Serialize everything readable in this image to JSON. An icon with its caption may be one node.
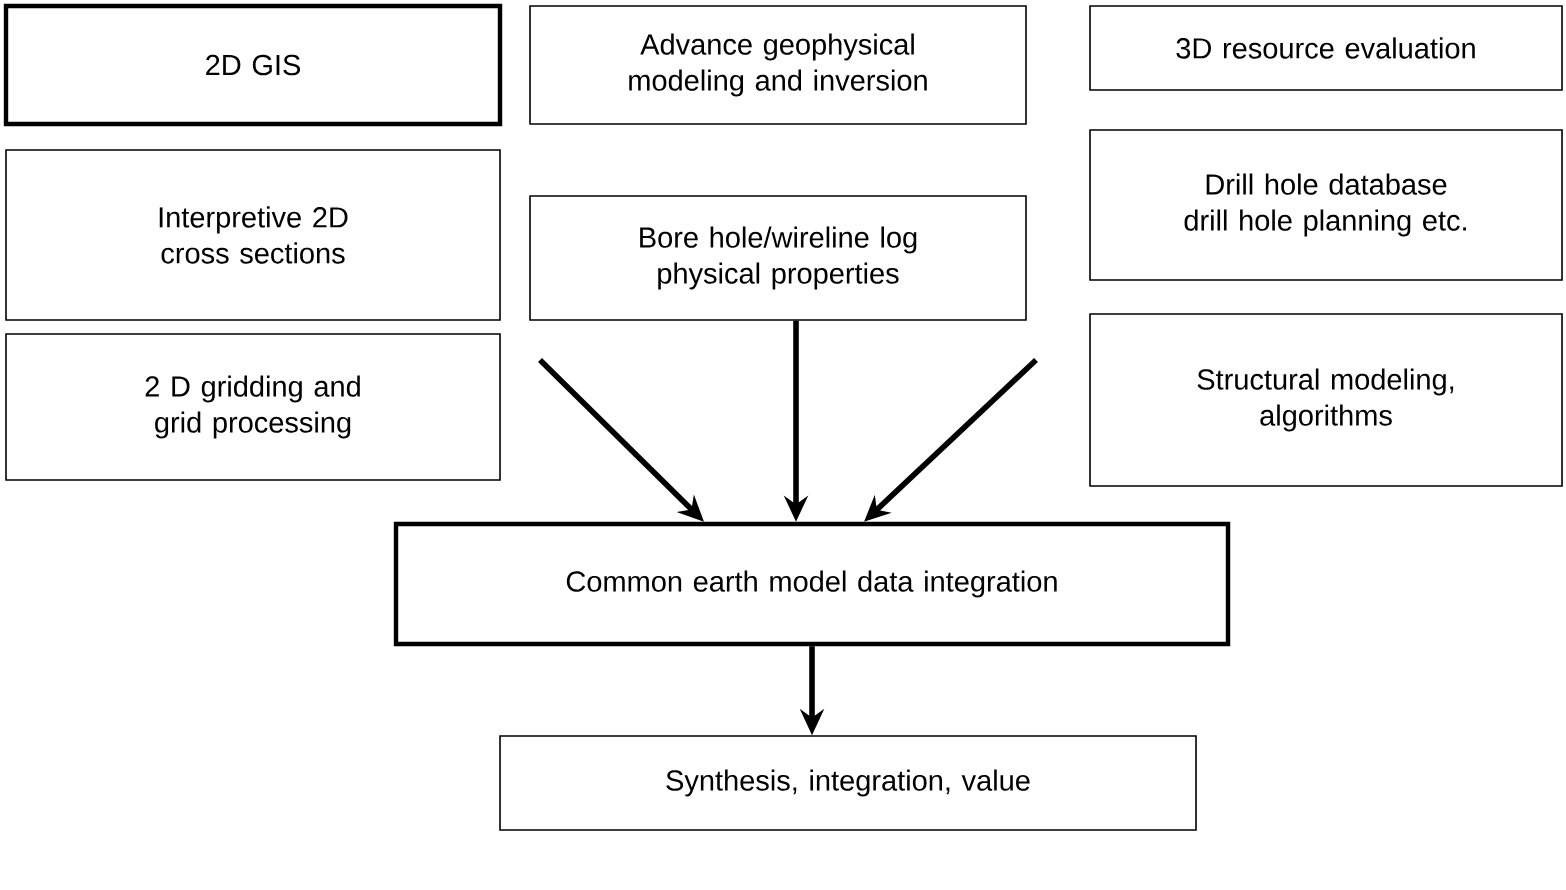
{
  "diagram": {
    "nodes": [
      {
        "text": [
          "2D GIS"
        ]
      },
      {
        "text": [
          "Advance geophysical modeling and inversion"
        ]
      },
      {
        "text": [
          "3D resource evaluation"
        ]
      },
      {
        "text": [
          "Interpretive 2D cross sections"
        ]
      },
      {
        "text": [
          "Bore hole/wireline log physical properties"
        ]
      },
      {
        "text": [
          "Drill hole database drill hole planning etc."
        ]
      },
      {
        "text": [
          "2 D gridding and grid processing"
        ]
      },
      {
        "text": [
          "Structural modeling, algorithms"
        ]
      },
      {
        "text": [
          "Common earth model data integration"
        ]
      },
      {
        "text": [
          "Synthesis, integration, value"
        ]
      }
    ],
    "edges": [
      {
        "from": null,
        "to": 8,
        "arrow": "to"
      },
      {
        "from": 4,
        "to": 8,
        "arrow": "to"
      },
      {
        "from": null,
        "to": 8,
        "arrow": "to"
      },
      {
        "from": 8,
        "to": 9,
        "arrow": "to"
      }
    ]
  }
}
